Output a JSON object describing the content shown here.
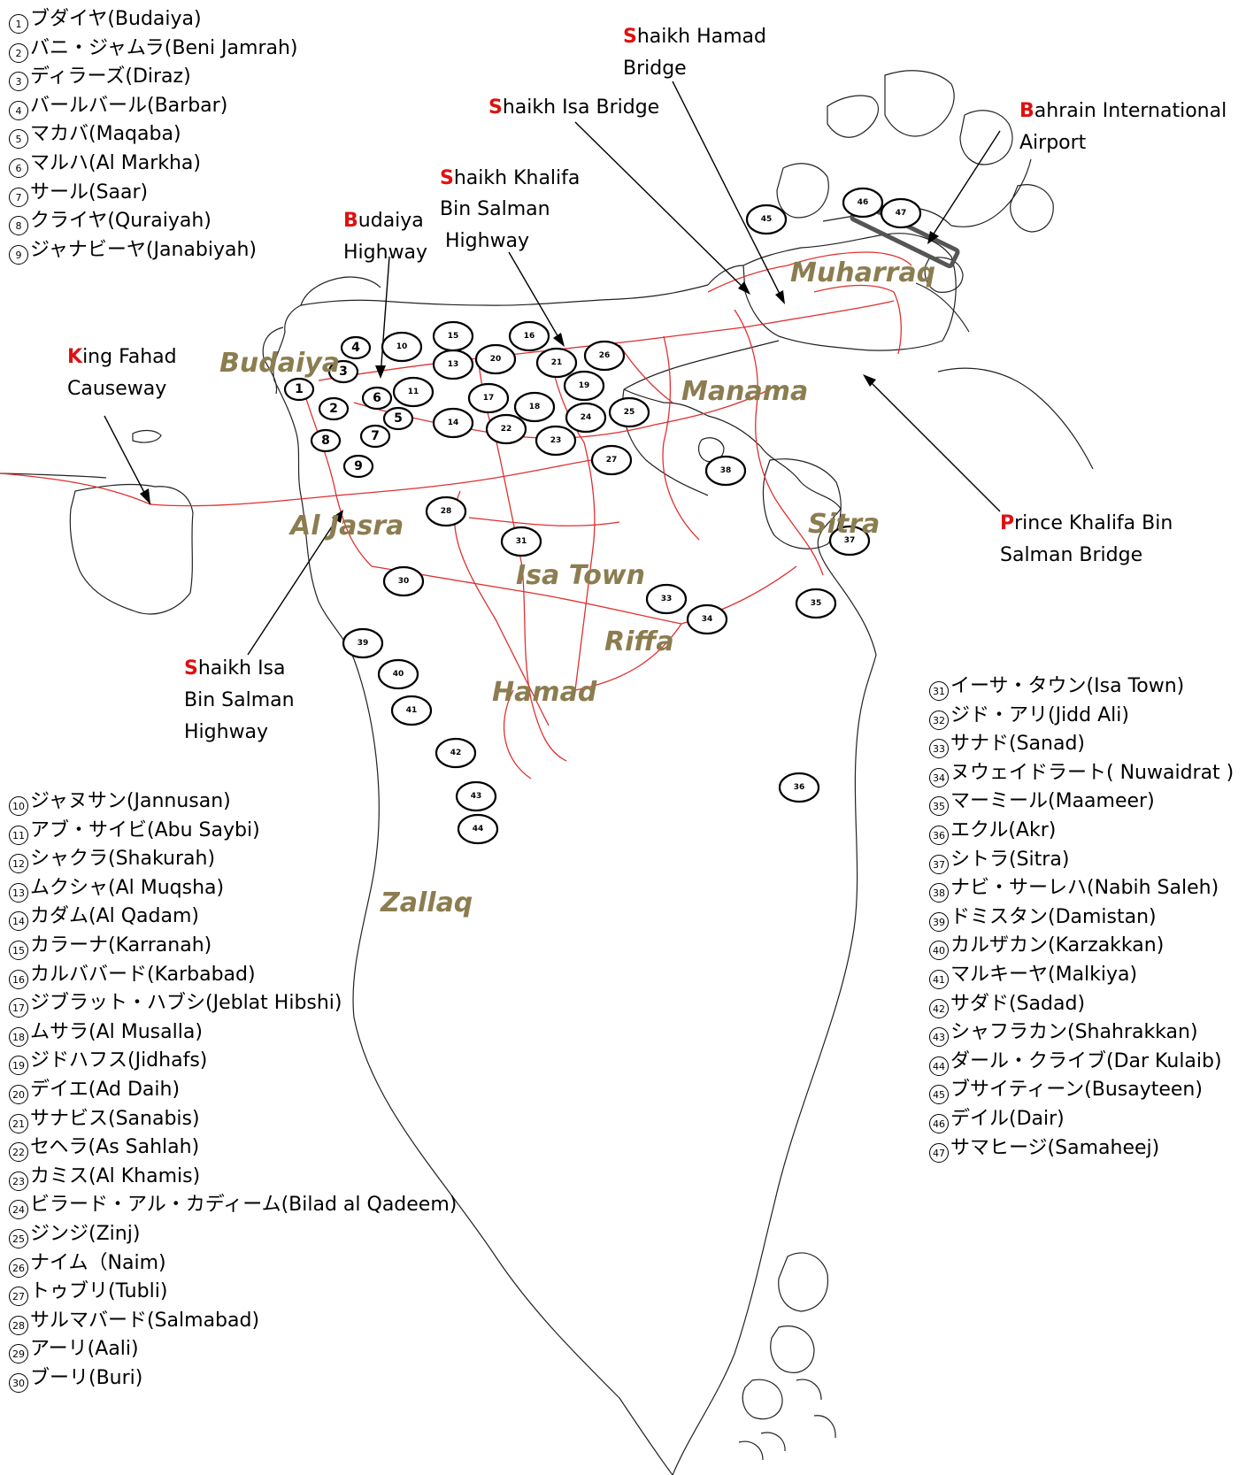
{
  "legend_left_top": [
    {
      "num": "1",
      "text": "ブダイヤ(Budaiya)"
    },
    {
      "num": "2",
      "text": "バニ・ジャムラ(Beni Jamrah)"
    },
    {
      "num": "3",
      "text": "ディラーズ(Diraz)"
    },
    {
      "num": "4",
      "text": "バールバール(Barbar)"
    },
    {
      "num": "5",
      "text": "マカバ(Maqaba)"
    },
    {
      "num": "6",
      "text": "マルハ(Al Markha)"
    },
    {
      "num": "7",
      "text": "サール(Saar)"
    },
    {
      "num": "8",
      "text": "クライヤ(Quraiyah)"
    },
    {
      "num": "9",
      "text": "ジャナビーヤ(Janabiyah)"
    }
  ],
  "legend_left_bottom": [
    {
      "num": "10",
      "text": "ジャヌサン(Jannusan)"
    },
    {
      "num": "11",
      "text": "アブ・サイビ(Abu Saybi)"
    },
    {
      "num": "12",
      "text": "シャクラ(Shakurah)"
    },
    {
      "num": "13",
      "text": "ムクシャ(Al Muqsha)"
    },
    {
      "num": "14",
      "text": "カダム(Al Qadam)"
    },
    {
      "num": "15",
      "text": "カラーナ(Karranah)"
    },
    {
      "num": "16",
      "text": "カルババード(Karbabad)"
    },
    {
      "num": "17",
      "text": "ジブラット・ハブシ(Jeblat Hibshi)"
    },
    {
      "num": "18",
      "text": "ムサラ(Al Musalla)"
    },
    {
      "num": "19",
      "text": "ジドハフス(Jidhafs)"
    },
    {
      "num": "20",
      "text": "デイエ(Ad Daih)"
    },
    {
      "num": "21",
      "text": "サナビス(Sanabis)"
    },
    {
      "num": "22",
      "text": "セヘラ(As Sahlah)"
    },
    {
      "num": "23",
      "text": "カミス(Al Khamis)"
    },
    {
      "num": "24",
      "text": "ビラード・アル・カディーム(Bilad al Qadeem)"
    },
    {
      "num": "25",
      "text": "ジンジ(Zinj)"
    },
    {
      "num": "26",
      "text": "ナイム（Naim)"
    },
    {
      "num": "27",
      "text": "トゥブリ(Tubli)"
    },
    {
      "num": "28",
      "text": "サルマバード(Salmabad)"
    },
    {
      "num": "29",
      "text": "アーリ(Aali)"
    },
    {
      "num": "30",
      "text": "ブーリ(Buri)"
    }
  ],
  "legend_right": [
    {
      "num": "31",
      "text": "イーサ・タウン(Isa Town)"
    },
    {
      "num": "32",
      "text": "ジド・アリ(Jidd Ali)"
    },
    {
      "num": "33",
      "text": "サナド(Sanad)"
    },
    {
      "num": "34",
      "text": "ヌウェイドラート( Nuwaidrat )"
    },
    {
      "num": "35",
      "text": "マーミール(Maameer)"
    },
    {
      "num": "36",
      "text": "エクル(Akr)"
    },
    {
      "num": "37",
      "text": "シトラ(Sitra)"
    },
    {
      "num": "38",
      "text": "ナビ・サーレハ(Nabih Saleh)"
    },
    {
      "num": "39",
      "text": "ドミスタン(Damistan)"
    },
    {
      "num": "40",
      "text": "カルザカン(Karzakkan)"
    },
    {
      "num": "41",
      "text": "マルキーヤ(Malkiya)"
    },
    {
      "num": "42",
      "text": "サダド(Sadad)"
    },
    {
      "num": "43",
      "text": "シャフラカン(Shahrakkan)"
    },
    {
      "num": "44",
      "text": "ダール・クライブ(Dar Kulaib)"
    },
    {
      "num": "45",
      "text": "ブサイティーン(Busayteen)"
    },
    {
      "num": "46",
      "text": "デイル(Dair)"
    },
    {
      "num": "47",
      "text": "サマヒージ(Samaheej)"
    }
  ],
  "regions": [
    "Budaiya",
    "Muharraq",
    "Manama",
    "Al Jasra",
    "Sitra",
    "Isa Town",
    "Riffa",
    "Hamad",
    "Zallaq"
  ],
  "callouts": {
    "king_fahad": {
      "init": "K",
      "rest1": "ing Fahad",
      "line2": "Causeway"
    },
    "budaiya_hwy": {
      "init": "B",
      "rest1": "udaiya",
      "line2": "Highway"
    },
    "khalifa_hwy": {
      "init": "S",
      "rest1": "haikh Khalifa",
      "line2": "Bin Salman",
      "line3": "Highway"
    },
    "isa_bridge": {
      "init": "S",
      "rest1": "haikh Isa Bridge"
    },
    "hamad_bridge": {
      "init": "S",
      "rest1": "haikh Hamad",
      "line2": "Bridge"
    },
    "airport": {
      "init": "B",
      "rest1": "ahrain International",
      "line2": "Airport"
    },
    "prince_bridge": {
      "init": "P",
      "rest1": "rince Khalifa Bin",
      "line2": "Salman Bridge"
    },
    "isa_hwy": {
      "init": "S",
      "rest1": "haikh Isa",
      "line2": "Bin Salman",
      "line3": "Highway"
    }
  },
  "markers": [
    "1",
    "2",
    "3",
    "4",
    "5",
    "6",
    "7",
    "8",
    "9",
    "10",
    "11",
    "13",
    "14",
    "15",
    "16",
    "17",
    "18",
    "19",
    "20",
    "21",
    "22",
    "23",
    "24",
    "25",
    "26",
    "27",
    "28",
    "30",
    "31",
    "33",
    "34",
    "35",
    "36",
    "37",
    "38",
    "39",
    "40",
    "41",
    "42",
    "43",
    "44",
    "45",
    "46",
    "47"
  ],
  "colors": {
    "region": "#8b7d50",
    "road": "#e03030",
    "callout_initial": "#e01010"
  }
}
